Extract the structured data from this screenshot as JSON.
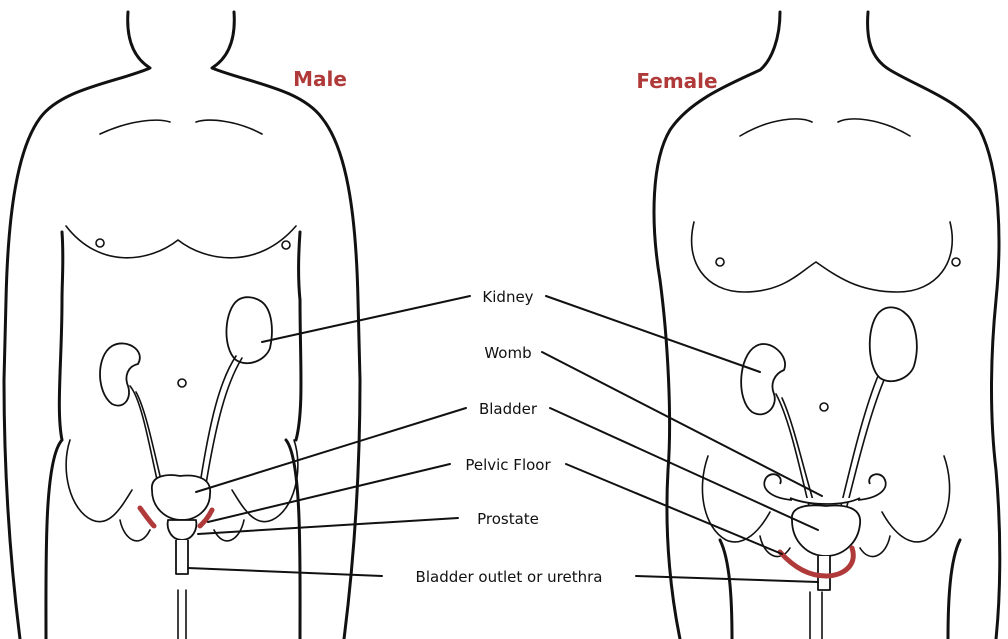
{
  "figures": {
    "male": {
      "title": "Male"
    },
    "female": {
      "title": "Female"
    }
  },
  "labels": {
    "kidney": "Kidney",
    "womb": "Womb",
    "bladder": "Bladder",
    "pelvic_floor": "Pelvic Floor",
    "prostate": "Prostate",
    "urethra": "Bladder outlet or urethra"
  },
  "colors": {
    "accent": "#b03a3a",
    "line": "#111111"
  }
}
